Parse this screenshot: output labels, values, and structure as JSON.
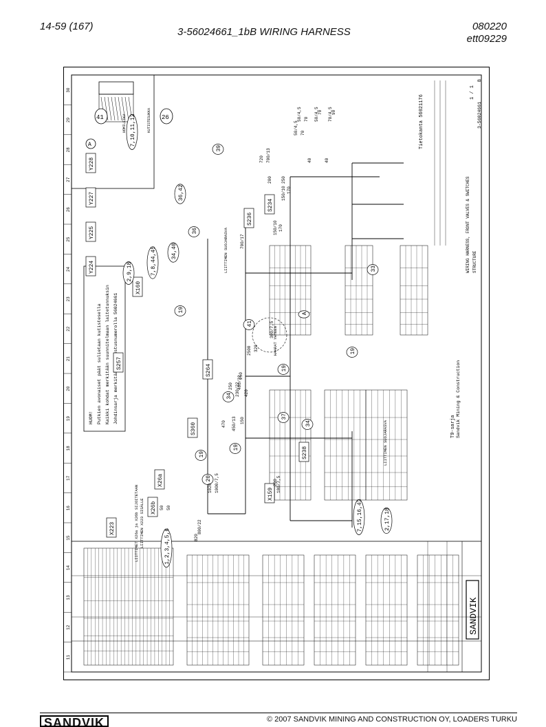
{
  "header": {
    "page_ref": "14-59 (167)",
    "title": "3-56024661_1bB WIRING HARNESS",
    "code1": "080220",
    "code2": "ett09229"
  },
  "footer": {
    "logo": "SANDVIK",
    "copyright": "© 2007 SANDVIK MINING AND CONSTRUCTION OY, LOADERS TURKU"
  },
  "drawing": {
    "zone_numbers": [
      "11",
      "12",
      "13",
      "14",
      "15",
      "16",
      "17",
      "18",
      "19",
      "20",
      "21",
      "22",
      "23",
      "24",
      "25",
      "26",
      "27",
      "28",
      "29",
      "30"
    ],
    "notes": {
      "heading": "HUOM!",
      "line1": "Putkien avonaiset päät sulietaan kutistesella",
      "line2": "Kaikki kohdat merkitään suunnitelmaan laitetunnuksin",
      "line3": "Johdinsarja merkitään piirustusnumerolla 56024661"
    },
    "detail": {
      "letter": "A",
      "label1": "HOMILETKU",
      "label2": "KUTISTESUKKA",
      "b41": "41",
      "b26": "26"
    },
    "connectors": [
      "X223",
      "X26b",
      "X26a",
      "S360",
      "S257",
      "X160",
      "X159",
      "S238",
      "S264",
      "S236",
      "S234",
      "Y224",
      "Y225",
      "Y227",
      "Y228"
    ],
    "balloons": [
      "1,2,3,4,5,6",
      "20",
      "19",
      "19",
      "2,9,18",
      "7,8,44,45",
      "41",
      "A",
      "19",
      "34",
      "34",
      "37",
      "19",
      "36",
      "34,40",
      "36,42",
      "39",
      "7,10,11,12",
      "19",
      "33",
      "7,15,16,43",
      "2,17,18"
    ],
    "dims": [
      "800/22",
      "820",
      "50",
      "50",
      "1020",
      "1000/7,5",
      "180/7,5",
      "200",
      "450/13",
      "470",
      "150",
      "250",
      "230/22",
      "250",
      "400/22",
      "420",
      "2500",
      "320",
      "300/7,5",
      "150/10",
      "170",
      "150/10",
      "170",
      "700/13",
      "720",
      "700/17",
      "200",
      "250",
      "50/4,5",
      "70",
      "50/4,5",
      "70",
      "50/4,5",
      "70",
      "70/4,5",
      "90",
      "40",
      "40"
    ],
    "labels": {
      "liittimet": "LIITTIMET X26a ja X26b SIJOITETAAN",
      "liittimet2": "LIITTIMEN X223 SISÄLLE",
      "suojaraba1": "LIITTIMEN SUOJARASVA",
      "suojaraba2": "LIITTIMEN SUOJARASVA",
      "haarat": "HAARAT YHTEEN",
      "tietokanta": "Tietokanta 56021176",
      "series": "T9-sarja",
      "company": "Sandvik Mining & Construction",
      "drw_title": "WIRING HARNESS, FRONT VALVES & SWITCHES",
      "structure": "STRUCTURE",
      "drw_no": "3-56024661",
      "rev": "B",
      "sheet": "1 / 1",
      "logo": "SANDVIK"
    }
  }
}
